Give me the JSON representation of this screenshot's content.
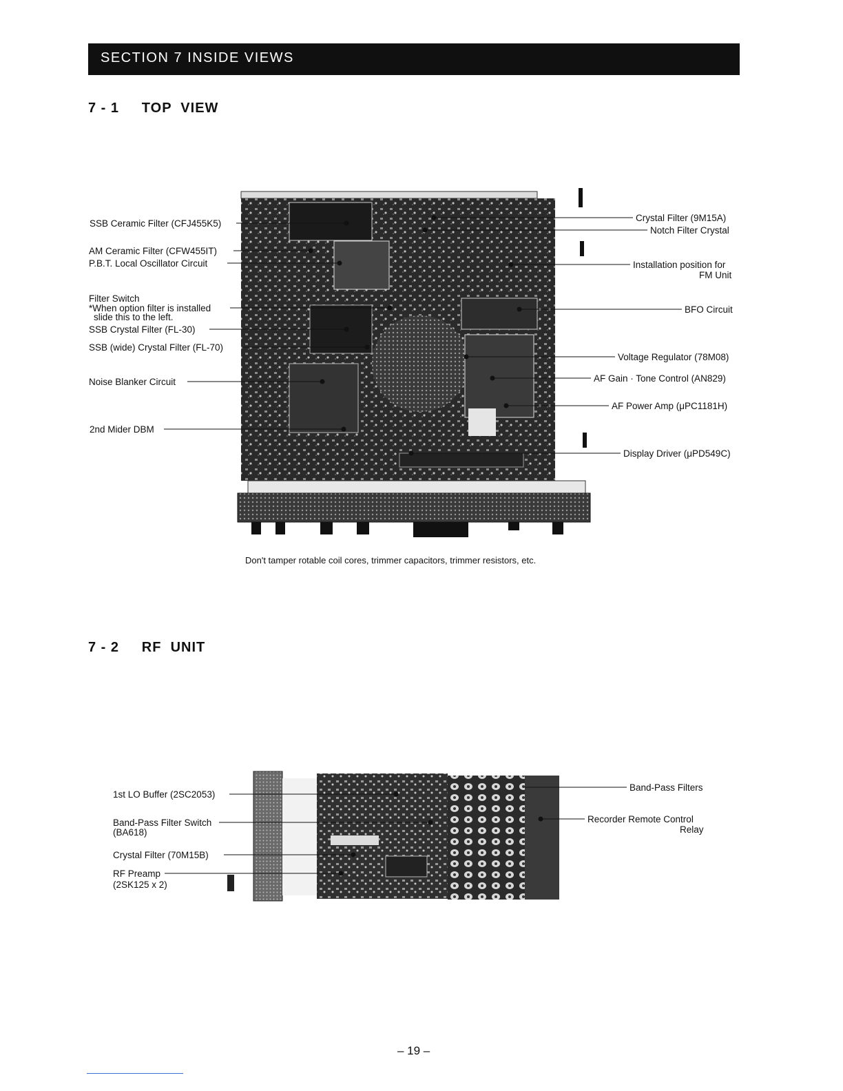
{
  "section_banner": "SECTION  7  INSIDE  VIEWS",
  "top_view": {
    "heading": "7 - 1     TOP  VIEW",
    "left_labels": [
      "SSB Ceramic Filter (CFJ455K5)",
      "AM Ceramic Filter (CFW455IT)",
      "P.B.T. Local Oscillator Circuit",
      "Filter Switch",
      "*When option filter is installed",
      "slide this to the left.",
      "SSB Crystal Filter (FL-30)",
      "SSB (wide) Crystal Filter (FL-70)",
      "Noise Blanker Circuit",
      "2nd Mider DBM"
    ],
    "right_labels": [
      "Crystal Filter (9M15A)",
      "Notch Filter Crystal",
      "Installation position for",
      "FM  Unit",
      "BFO Circuit",
      "Voltage Regulator (78M08)",
      "AF Gain · Tone Control (AN829)",
      "AF Power Amp (μPC1181H)",
      "Display Driver (μPD549C)"
    ],
    "caption": "Don't tamper rotable coil cores, trimmer capacitors, trimmer resistors, etc."
  },
  "rf_unit": {
    "heading": "7 - 2     RF  UNIT",
    "left_labels": [
      "1st LO Buffer (2SC2053)",
      "Band-Pass Filter Switch",
      "(BA618)",
      "Crystal Filter (70M15B)",
      "RF Preamp",
      "(2SK125 x 2)"
    ],
    "right_labels": [
      "Band-Pass Filters",
      "Recorder Remote Control",
      "Relay"
    ]
  },
  "page_number": "– 19 –"
}
